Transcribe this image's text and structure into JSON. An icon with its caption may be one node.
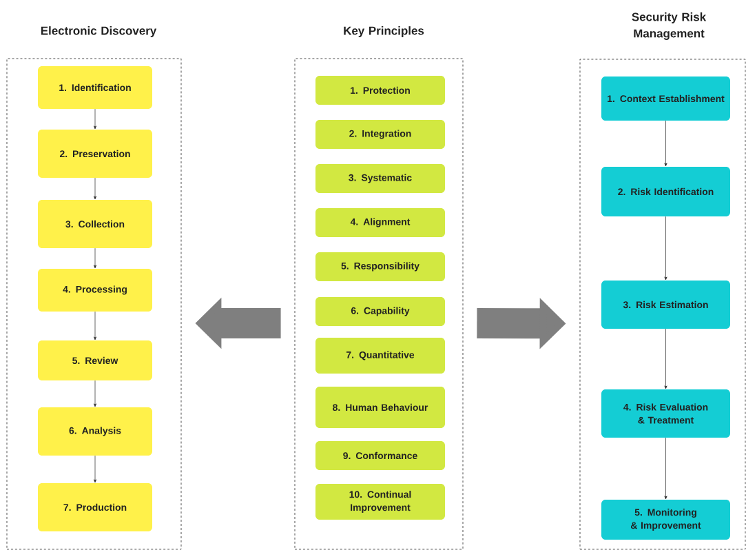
{
  "diagram": {
    "nodes": [
      {
        "text": [
          "Electronic Discovery"
        ]
      },
      {
        "text": [
          "1. Identification"
        ],
        "in": 0
      },
      {
        "text": [
          "2. Preservation"
        ],
        "in": 0
      },
      {
        "text": [
          "3. Collection"
        ],
        "in": 0
      },
      {
        "text": [
          "4. Processing"
        ],
        "in": 0
      },
      {
        "text": [
          "5. Review"
        ],
        "in": 0
      },
      {
        "text": [
          "6. Analysis"
        ],
        "in": 0
      },
      {
        "text": [
          "7. Production"
        ],
        "in": 0
      },
      {
        "text": [
          "Key Principles"
        ]
      },
      {
        "text": [
          "1. Protection"
        ],
        "in": 8
      },
      {
        "text": [
          "2. Integration"
        ],
        "in": 8
      },
      {
        "text": [
          "3. Systematic"
        ],
        "in": 8
      },
      {
        "text": [
          "4. Alignment"
        ],
        "in": 8
      },
      {
        "text": [
          "5. Responsibility"
        ],
        "in": 8
      },
      {
        "text": [
          "6. Capability"
        ],
        "in": 8
      },
      {
        "text": [
          "7. Quantitative"
        ],
        "in": 8
      },
      {
        "text": [
          "8. Human Behaviour"
        ],
        "in": 8
      },
      {
        "text": [
          "9. Conformance"
        ],
        "in": 8
      },
      {
        "text": [
          "10. Continual Improvement"
        ],
        "in": 8
      },
      {
        "text": [
          "Security Risk Management"
        ]
      },
      {
        "text": [
          "1. Context Establishment"
        ],
        "in": 19
      },
      {
        "text": [
          "2. Risk Identification"
        ],
        "in": 19
      },
      {
        "text": [
          "3. Risk Estimation"
        ],
        "in": 19
      },
      {
        "text": [
          "4. Risk Evaluation & Treatment"
        ],
        "in": 19
      },
      {
        "text": [
          "5. Monitoring & Improvement"
        ],
        "in": 19
      }
    ],
    "edges": [
      {
        "from": 1,
        "to": 2,
        "arrow": "to"
      },
      {
        "from": 2,
        "to": 3,
        "arrow": "to"
      },
      {
        "from": 3,
        "to": 4,
        "arrow": "to"
      },
      {
        "from": 4,
        "to": 5,
        "arrow": "to"
      },
      {
        "from": 5,
        "to": 6,
        "arrow": "to"
      },
      {
        "from": 6,
        "to": 7,
        "arrow": "to"
      },
      {
        "from": 20,
        "to": 21,
        "arrow": "to"
      },
      {
        "from": 21,
        "to": 22,
        "arrow": "to"
      },
      {
        "from": 22,
        "to": 23,
        "arrow": "to"
      },
      {
        "from": 23,
        "to": 24,
        "arrow": "to"
      },
      {
        "from": 8,
        "to": 0,
        "arrow": "to",
        "style": "thick",
        "color": "#7f7f7f"
      },
      {
        "from": 8,
        "to": 19,
        "arrow": "to",
        "style": "thick",
        "color": "#7f7f7f"
      }
    ]
  }
}
